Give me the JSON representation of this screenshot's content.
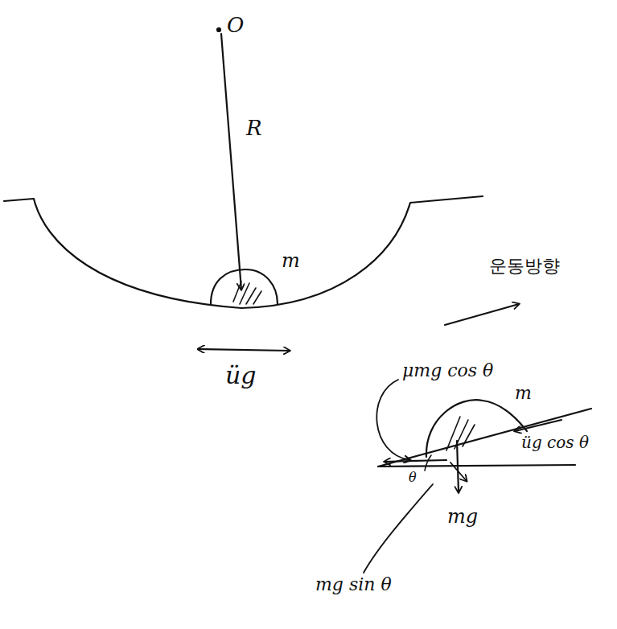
{
  "diagram": {
    "labels": [
      "O",
      "R",
      "m",
      "üg",
      "운동방향",
      "μmg cos θ",
      "m",
      "üg cos θ",
      "θ",
      "mg",
      "mg sin θ"
    ]
  }
}
